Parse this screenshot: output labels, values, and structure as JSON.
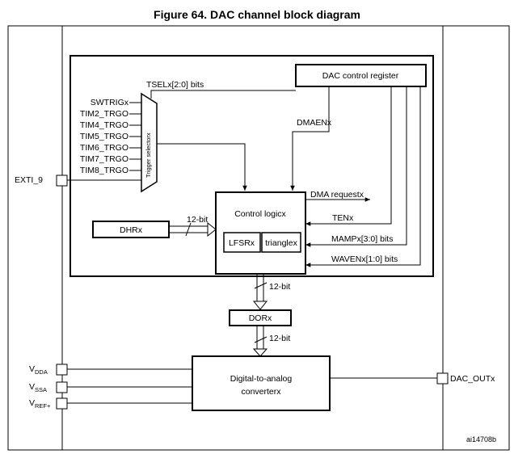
{
  "figure_title": "Figure 64. DAC channel block diagram",
  "labels": {
    "dac_control_register": "DAC control register",
    "tsel": "TSELx[2:0] bits",
    "dmaen": "DMAENx",
    "trigger_selector": "Trigger selectorx",
    "triggers": [
      "SWTRIGx",
      "TIM2_TRGO",
      "TIM4_TRGO",
      "TIM5_TRGO",
      "TIM6_TRGO",
      "TIM7_TRGO",
      "TIM8_TRGO"
    ],
    "exti": "EXTI_9",
    "dhr": "DHRx",
    "bus_12bit": "12-bit",
    "control_logic": "Control logicx",
    "lfsr": "LFSRx",
    "triangle": "trianglex",
    "dma_request": "DMA requestx",
    "ten": "TENx",
    "mamp": "MAMPx[3:0] bits",
    "waven": "WAVENx[1:0] bits",
    "dor": "DORx",
    "dac_line1": "Digital-to-analog",
    "dac_line2": "converterx",
    "dac_out": "DAC_OUTx",
    "vdda_main": "V",
    "vdda_sub": "DDA",
    "vssa_main": "V",
    "vssa_sub": "SSA",
    "vref_main": "V",
    "vref_sub": "REF+",
    "reference": "ai14708b"
  }
}
